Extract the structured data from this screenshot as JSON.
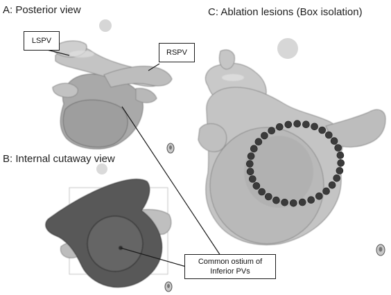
{
  "panels": {
    "a": {
      "title": "A: Posterior view"
    },
    "b": {
      "title": "B: Internal cutaway view"
    },
    "c": {
      "title": "C: Ablation lesions (Box isolation)"
    }
  },
  "labels": {
    "lspv": "LSPV",
    "rspv": "RSPV",
    "ostium_line1": "Common ostium of",
    "ostium_line2": "Inferior PVs"
  },
  "colors": {
    "atrium_shell": "#b5b5b5",
    "atrium_dark": "#4e4e4e",
    "lesion_dot": "#3b3b3b",
    "background": "#ffffff"
  },
  "lesion_ring": {
    "marker_count": 32
  }
}
